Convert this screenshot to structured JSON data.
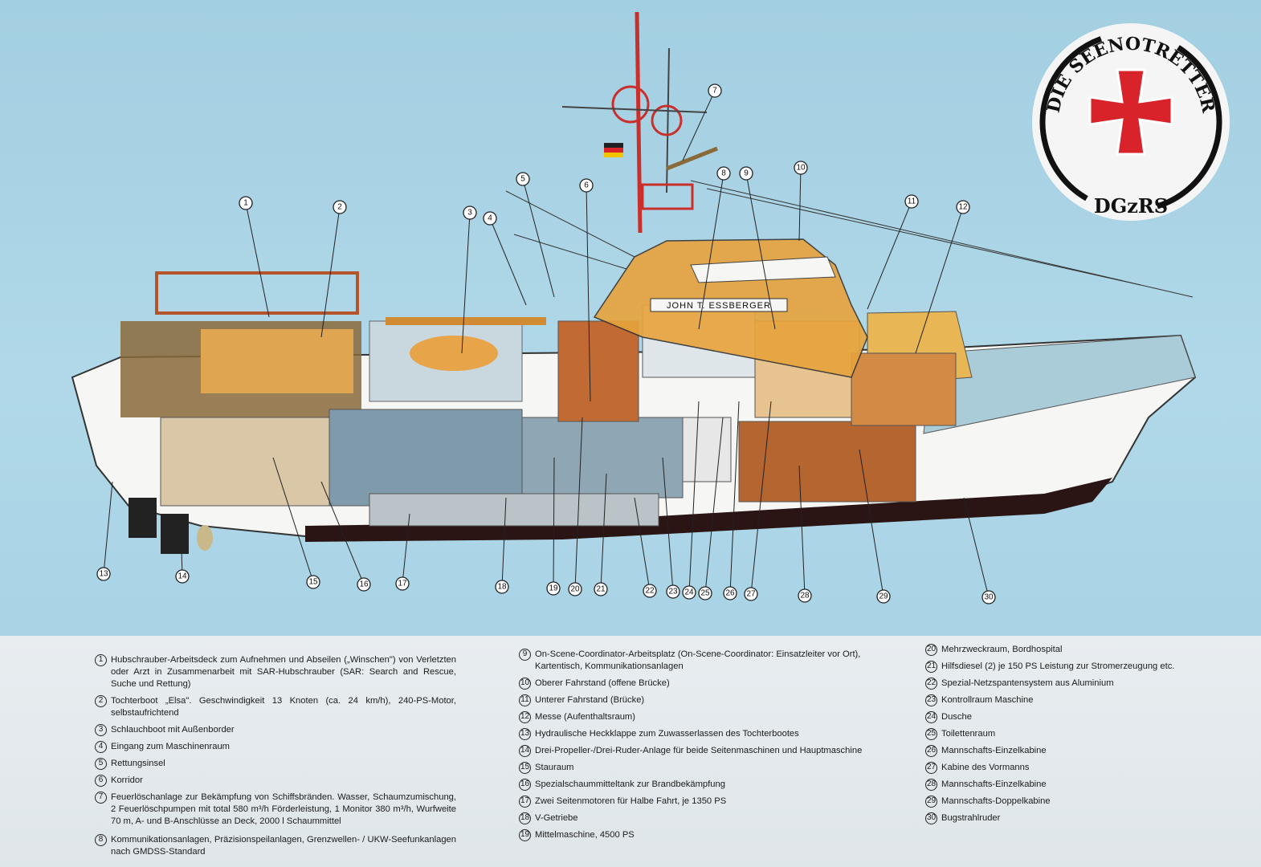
{
  "logo": {
    "top_text": "DIE SEENOTRETTER",
    "bottom_text": "DGzRS",
    "cross_color": "#d8232a"
  },
  "ship": {
    "name_plate": "JOHN T. ESSBERGER"
  },
  "colors": {
    "sky": "#a8d2e3",
    "panel": "#e6ecef",
    "hull": "#f6f6f4",
    "keel": "#2a1414",
    "superstructure": "#e8a33c",
    "mast": "#d8232a"
  },
  "callouts": [
    "1",
    "2",
    "3",
    "4",
    "5",
    "6",
    "7",
    "8",
    "9",
    "10",
    "11",
    "12",
    "13",
    "14",
    "15",
    "16",
    "17",
    "18",
    "19",
    "20",
    "21",
    "22",
    "23",
    "24",
    "25",
    "26",
    "27",
    "28",
    "29",
    "30"
  ],
  "legend": [
    {
      "num": "1",
      "text": "Hubschrauber-Arbeitsdeck zum Aufnehmen und Abseilen („Winschen\") von Verletzten oder Arzt in Zusammenarbeit mit SAR-Hubschrauber (SAR: Search and Rescue, Suche und Rettung)"
    },
    {
      "num": "2",
      "text": "Tochterboot „Elsa\". Geschwindigkeit 13 Knoten (ca. 24 km/h), 240-PS-Motor, selbstaufrichtend"
    },
    {
      "num": "3",
      "text": "Schlauchboot mit Außenborder"
    },
    {
      "num": "4",
      "text": "Eingang zum Maschinenraum"
    },
    {
      "num": "5",
      "text": "Rettungsinsel"
    },
    {
      "num": "6",
      "text": "Korridor"
    },
    {
      "num": "7",
      "text": "Feuerlöschanlage zur Bekämpfung von Schiffsbränden. Wasser, Schaumzumischung, 2 Feuerlöschpumpen mit total 580 m³/h Förderleistung, 1 Monitor 380 m³/h, Wurfweite 70 m, A- und B-Anschlüsse an Deck, 2000 l Schaummittel"
    },
    {
      "num": "8",
      "text": "Kommunikationsanlagen, Präzisionspeilanlagen, Grenzwellen- / UKW-Seefunkanlagen nach GMDSS-Standard"
    },
    {
      "num": "9",
      "text": "On-Scene-Coordinator-Arbeitsplatz (On-Scene-Coordinator: Einsatzleiter vor Ort), Kartentisch, Kommunikationsanlagen"
    },
    {
      "num": "10",
      "text": "Oberer Fahrstand (offene Brücke)"
    },
    {
      "num": "11",
      "text": "Unterer Fahrstand (Brücke)"
    },
    {
      "num": "12",
      "text": "Messe (Aufenthaltsraum)"
    },
    {
      "num": "13",
      "text": "Hydraulische Heckklappe zum Zuwasserlassen des Tochterbootes"
    },
    {
      "num": "14",
      "text": "Drei-Propeller-/Drei-Ruder-Anlage für beide Seitenmaschinen und Hauptmaschine"
    },
    {
      "num": "15",
      "text": "Stauraum"
    },
    {
      "num": "16",
      "text": "Spezialschaummitteltank zur Brandbekämpfung"
    },
    {
      "num": "17",
      "text": "Zwei Seitenmotoren für Halbe Fahrt, je 1350 PS"
    },
    {
      "num": "18",
      "text": "V-Getriebe"
    },
    {
      "num": "19",
      "text": "Mittelmaschine, 4500 PS"
    },
    {
      "num": "20",
      "text": "Mehrzweckraum, Bordhospital"
    },
    {
      "num": "21",
      "text": "Hilfsdiesel (2) je 150 PS Leistung zur Stromerzeugung etc."
    },
    {
      "num": "22",
      "text": "Spezial-Netzspantensystem aus Aluminium"
    },
    {
      "num": "23",
      "text": "Kontrollraum Maschine"
    },
    {
      "num": "24",
      "text": "Dusche"
    },
    {
      "num": "25",
      "text": "Toilettenraum"
    },
    {
      "num": "26",
      "text": "Mannschafts-Einzelkabine"
    },
    {
      "num": "27",
      "text": "Kabine des Vormanns"
    },
    {
      "num": "28",
      "text": "Mannschafts-Einzelkabine"
    },
    {
      "num": "29",
      "text": "Mannschafts-Doppelkabine"
    },
    {
      "num": "30",
      "text": "Bugstrahlruder"
    }
  ]
}
